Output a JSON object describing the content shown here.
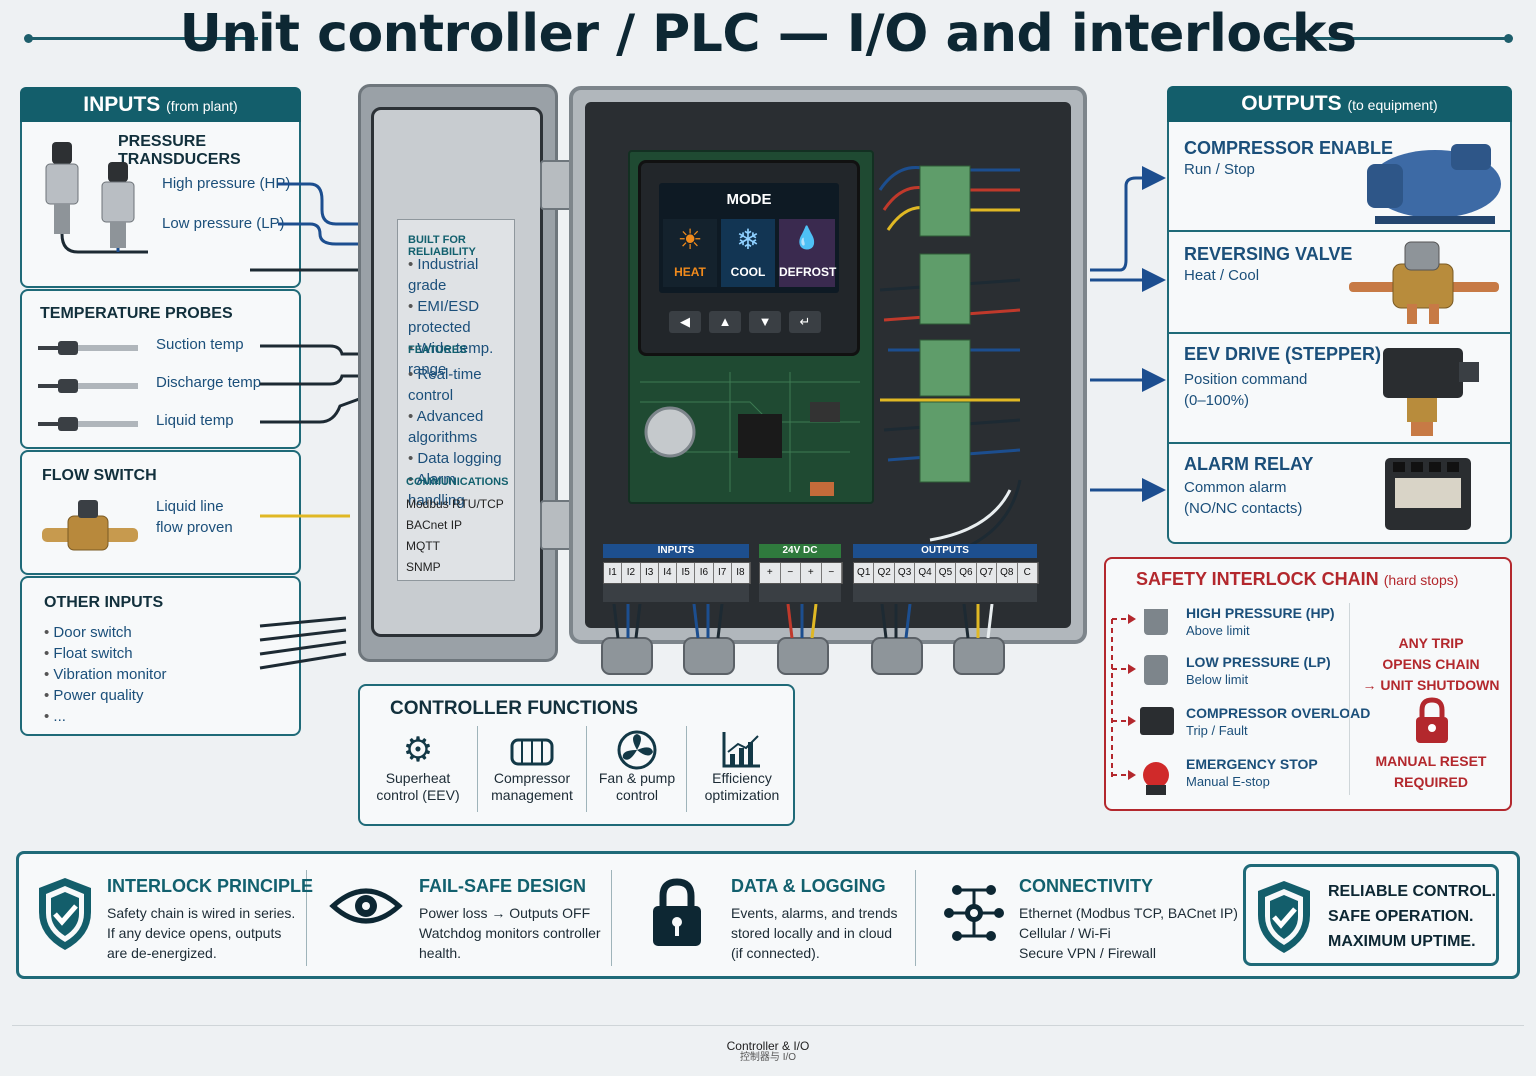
{
  "title": "Unit controller / PLC — I/O and interlocks",
  "colors": {
    "teal": "#135e6b",
    "blue": "#1b4f7a",
    "red": "#b3282d",
    "panel_bg": "#f7f9fa"
  },
  "inputs": {
    "header": "INPUTS",
    "header_note": "(from plant)",
    "pressure": {
      "title": "PRESSURE TRANSDUCERS",
      "items": [
        "High pressure (HP)",
        "Low pressure (LP)"
      ]
    },
    "temperature": {
      "title": "TEMPERATURE PROBES",
      "items": [
        "Suction temp",
        "Discharge temp",
        "Liquid temp"
      ]
    },
    "flow": {
      "title": "FLOW SWITCH",
      "line1": "Liquid line",
      "line2": "flow proven"
    },
    "other": {
      "title": "OTHER INPUTS",
      "items": [
        "Door switch",
        "Float switch",
        "Vibration monitor",
        "Power quality",
        "..."
      ]
    }
  },
  "door_panel": {
    "reliability_title": "BUILT FOR RELIABILITY",
    "reliability_items": [
      "Industrial grade",
      "EMI/ESD protected",
      "Wide temp. range"
    ],
    "features_title": "FEATURES",
    "features_items": [
      "Real-time control",
      "Advanced algorithms",
      "Data logging",
      "Alarm handling"
    ],
    "comms_title": "COMMUNICATIONS",
    "comms_items": [
      "Modbus RTU/TCP",
      "BACnet IP",
      "MQTT",
      "SNMP"
    ]
  },
  "hmi": {
    "mode_label": "MODE",
    "modes": [
      {
        "label": "HEAT",
        "icon": "sun-icon"
      },
      {
        "label": "COOL",
        "icon": "snowflake-icon"
      },
      {
        "label": "DEFROST",
        "icon": "droplets-icon"
      }
    ],
    "buttons": [
      "left-arrow",
      "up-arrow",
      "down-arrow",
      "enter"
    ]
  },
  "terminals": {
    "inputs_label": "INPUTS",
    "inputs": [
      "I1",
      "I2",
      "I3",
      "I4",
      "I5",
      "I6",
      "I7",
      "I8"
    ],
    "power_label": "24V DC",
    "power": [
      "+",
      "−",
      "+",
      "−"
    ],
    "outputs_label": "OUTPUTS",
    "outputs": [
      "Q1",
      "Q2",
      "Q3",
      "Q4",
      "Q5",
      "Q6",
      "Q7",
      "Q8",
      "C"
    ]
  },
  "functions": {
    "title": "CONTROLLER FUNCTIONS",
    "items": [
      {
        "l1": "Superheat",
        "l2": "control (EEV)",
        "icon": "gear-icon"
      },
      {
        "l1": "Compressor",
        "l2": "management",
        "icon": "compressor-icon"
      },
      {
        "l1": "Fan & pump",
        "l2": "control",
        "icon": "fan-icon"
      },
      {
        "l1": "Efficiency",
        "l2": "optimization",
        "icon": "chart-up-icon"
      }
    ]
  },
  "outputs": {
    "header": "OUTPUTS",
    "header_note": "(to equipment)",
    "items": [
      {
        "title": "COMPRESSOR ENABLE",
        "l1": "Run / Stop",
        "l2": ""
      },
      {
        "title": "REVERSING VALVE",
        "l1": "Heat / Cool",
        "l2": ""
      },
      {
        "title": "EEV DRIVE (STEPPER)",
        "l1": "Position command",
        "l2": "(0–100%)"
      },
      {
        "title": "ALARM RELAY",
        "l1": "Common alarm",
        "l2": "(NO/NC contacts)"
      }
    ]
  },
  "safety": {
    "title": "SAFETY INTERLOCK CHAIN",
    "title_note": "(hard stops)",
    "items": [
      {
        "title": "HIGH PRESSURE (HP)",
        "sub": "Above limit"
      },
      {
        "title": "LOW PRESSURE (LP)",
        "sub": "Below limit"
      },
      {
        "title": "COMPRESSOR OVERLOAD",
        "sub": "Trip / Fault"
      },
      {
        "title": "EMERGENCY STOP",
        "sub": "Manual E-stop"
      }
    ],
    "trip_l1": "ANY TRIP",
    "trip_l2": "OPENS CHAIN",
    "trip_l3": "→ UNIT SHUTDOWN",
    "reset_l1": "MANUAL RESET",
    "reset_l2": "REQUIRED"
  },
  "footer": {
    "interlock": {
      "title": "INTERLOCK PRINCIPLE",
      "l1": "Safety chain is wired in series.",
      "l2": "If any device opens, outputs",
      "l3": "are de-energized."
    },
    "failsafe": {
      "title": "FAIL-SAFE DESIGN",
      "l1": "Power loss → Outputs OFF",
      "l2": "Watchdog monitors controller",
      "l3": "health."
    },
    "data": {
      "title": "DATA & LOGGING",
      "l1": "Events, alarms, and trends",
      "l2": "stored locally and in cloud",
      "l3": "(if connected)."
    },
    "connectivity": {
      "title": "CONNECTIVITY",
      "l1": "Ethernet (Modbus TCP, BACnet IP)",
      "l2": "Cellular / Wi-Fi",
      "l3": "Secure VPN / Firewall"
    },
    "tagline": {
      "l1": "RELIABLE CONTROL.",
      "l2": "SAFE OPERATION.",
      "l3": "MAXIMUM UPTIME."
    }
  },
  "caption": {
    "l1": "Controller & I/O",
    "l2": "控制器与 I/O"
  }
}
